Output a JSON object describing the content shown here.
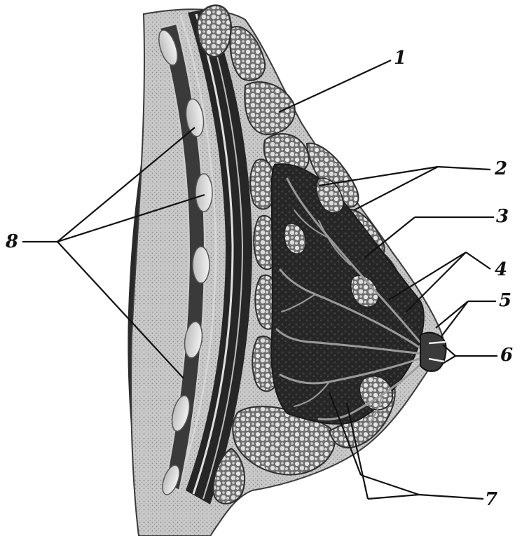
{
  "labels": {
    "l1": "1",
    "l2": "2",
    "l3": "3",
    "l4": "4",
    "l5": "5",
    "l6": "6",
    "l7": "7",
    "l8": "8"
  },
  "colors": {
    "ink": "#111111",
    "tissue_dark": "#1c1c1c",
    "tissue_mid": "#6a6a6a",
    "fat_light": "#e4e4e4",
    "background": "#ffffff"
  }
}
